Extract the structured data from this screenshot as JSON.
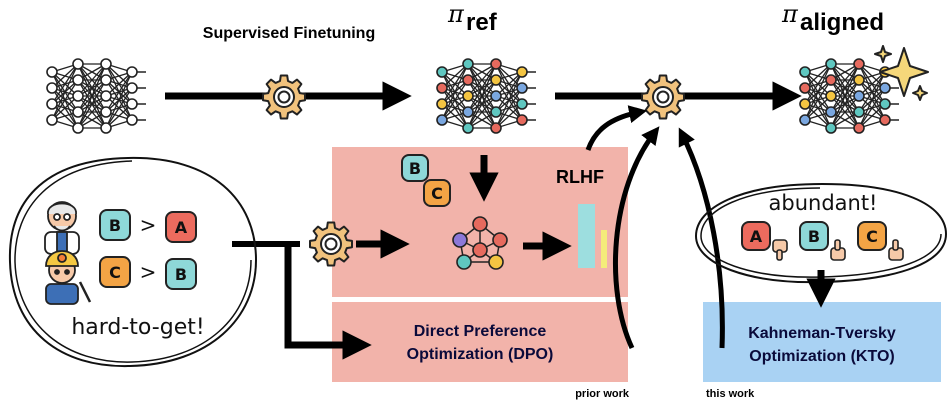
{
  "top": {
    "sft_label": "Supervised Finetuning",
    "pi_symbol": "π",
    "ref_sub": "ref",
    "aligned_sub": "aligned"
  },
  "rlhf": {
    "label": "RLHF"
  },
  "dpo": {
    "label_line1": "Direct Preference",
    "label_line2": "Optimization (DPO)"
  },
  "kto": {
    "label_line1": "Kahneman-Tversky",
    "label_line2": "Optimization (KTO)"
  },
  "left_bubble": {
    "rows": [
      {
        "better": "B",
        "relation": ">",
        "worse": "A"
      },
      {
        "better": "C",
        "relation": ">",
        "worse": "B"
      }
    ],
    "caption": "hard-to-get!"
  },
  "right_bubble": {
    "caption": "abundant!",
    "items": [
      "A",
      "B",
      "C"
    ]
  },
  "rlhf_samples": [
    "B",
    "C"
  ],
  "footer": {
    "prior_work": "prior work",
    "this_work": "this work"
  },
  "colors": {
    "pink_block": "#f2b3aa",
    "blue_block": "#a9d2f3",
    "card_teal": "#8ed8d8",
    "card_red": "#ec6b5e",
    "card_orange": "#f3a445",
    "gear": "#f1c27d",
    "net_teal": "#5fc7c0",
    "net_red": "#e66a5e",
    "bar_teal": "#9ddedf",
    "bar_yellow": "#f4ec7a"
  }
}
